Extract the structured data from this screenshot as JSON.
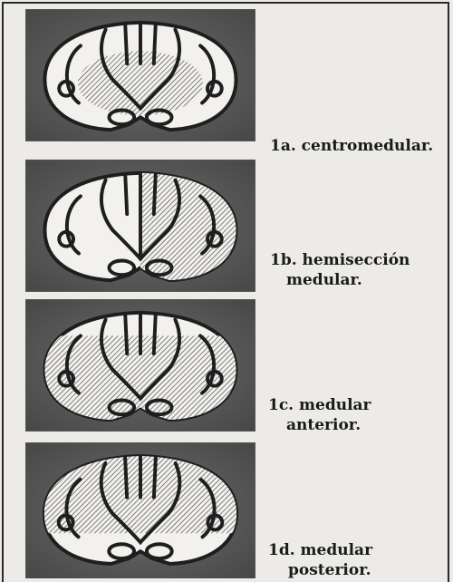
{
  "panels": [
    {
      "caption_line1": "1a. centromedular.",
      "caption_line2": "",
      "lesion": "center"
    },
    {
      "caption_line1": "1b.  hemisección",
      "caption_line2": "medular.",
      "lesion": "right-half"
    },
    {
      "caption_line1": "1c. medular",
      "caption_line2": "anterior.",
      "lesion": "anterior"
    },
    {
      "caption_line1": "1d. medular",
      "caption_line2": "posterior.",
      "lesion": "posterior"
    }
  ],
  "colors": {
    "background": "#ecebe7",
    "panel": "#5c5c5c",
    "cord": "#f2f1ee",
    "outline": "#1e1e1e",
    "hatch": "#444444"
  }
}
